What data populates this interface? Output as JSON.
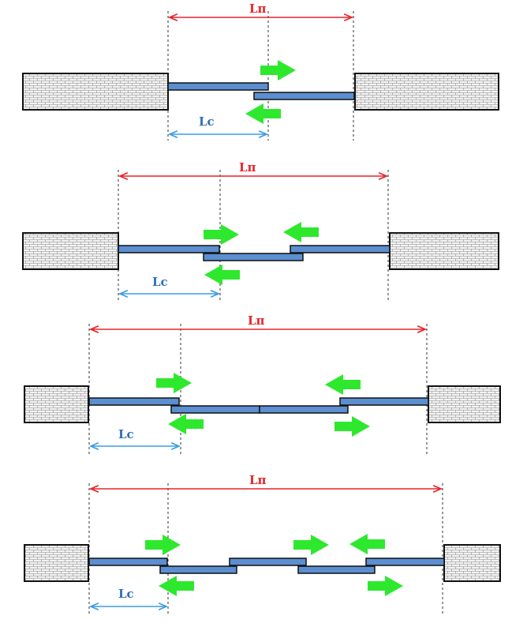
{
  "colors": {
    "opening": "#e8252b",
    "leaf": "#3b9ee0",
    "leaf_text": "#2f6fb8",
    "panel": "#5b8fd0",
    "arrow": "#2ee82e",
    "brick": "#888888"
  },
  "diagrams": [
    {
      "opening_label": "Lп",
      "leaf_label": "Lс"
    },
    {
      "opening_label": "Lп",
      "leaf_label": "Lс"
    },
    {
      "opening_label": "Lп",
      "leaf_label": "Lс"
    },
    {
      "opening_label": "Lп",
      "leaf_label": "Lс"
    }
  ]
}
